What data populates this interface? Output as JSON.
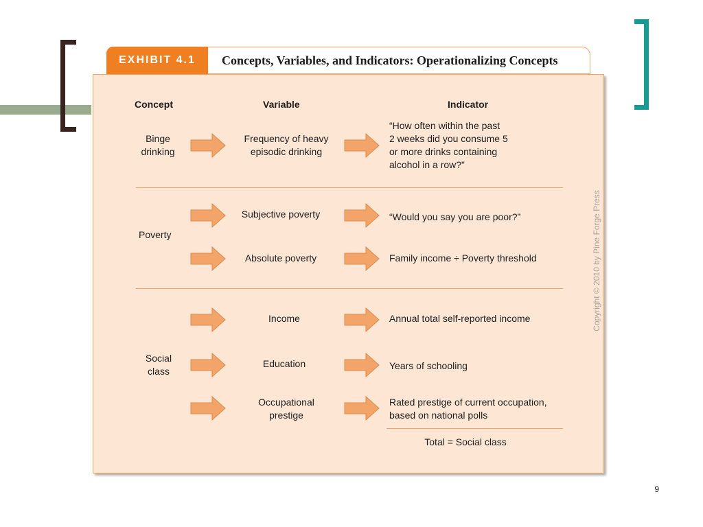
{
  "exhibit": {
    "label": "EXHIBIT 4.1",
    "title": "Concepts, Variables, and Indicators: Operationalizing Concepts"
  },
  "headers": {
    "concept": "Concept",
    "variable": "Variable",
    "indicator": "Indicator"
  },
  "concepts": {
    "binge": "Binge\ndrinking",
    "poverty": "Poverty",
    "social": "Social\nclass"
  },
  "variables": {
    "heavy": "Frequency of heavy\nepisodic drinking",
    "subjective": "Subjective poverty",
    "absolute": "Absolute poverty",
    "income": "Income",
    "education": "Education",
    "occupational": "Occupational\nprestige"
  },
  "indicators": {
    "heavy": "“How often within the past\n2 weeks did you consume 5\nor more drinks containing\nalcohol in a row?”",
    "subjective": "“Would you say you are poor?”",
    "absolute": "Family income ÷ Poverty threshold",
    "income": "Annual total self-reported income",
    "education": "Years of schooling",
    "occupational": "Rated prestige of current occupation,\nbased on national polls"
  },
  "total": "Total = Social class",
  "copyright": "Copyright © 2010 by Pine Forge Press",
  "slide_number": "9",
  "colors": {
    "accent_orange": "#f07f22",
    "panel_bg": "#fde6d4",
    "arrow": "#f3a469",
    "bracket_left": "#3a2420",
    "bracket_right": "#1a9a94",
    "left_bar": "#9aab8e"
  }
}
